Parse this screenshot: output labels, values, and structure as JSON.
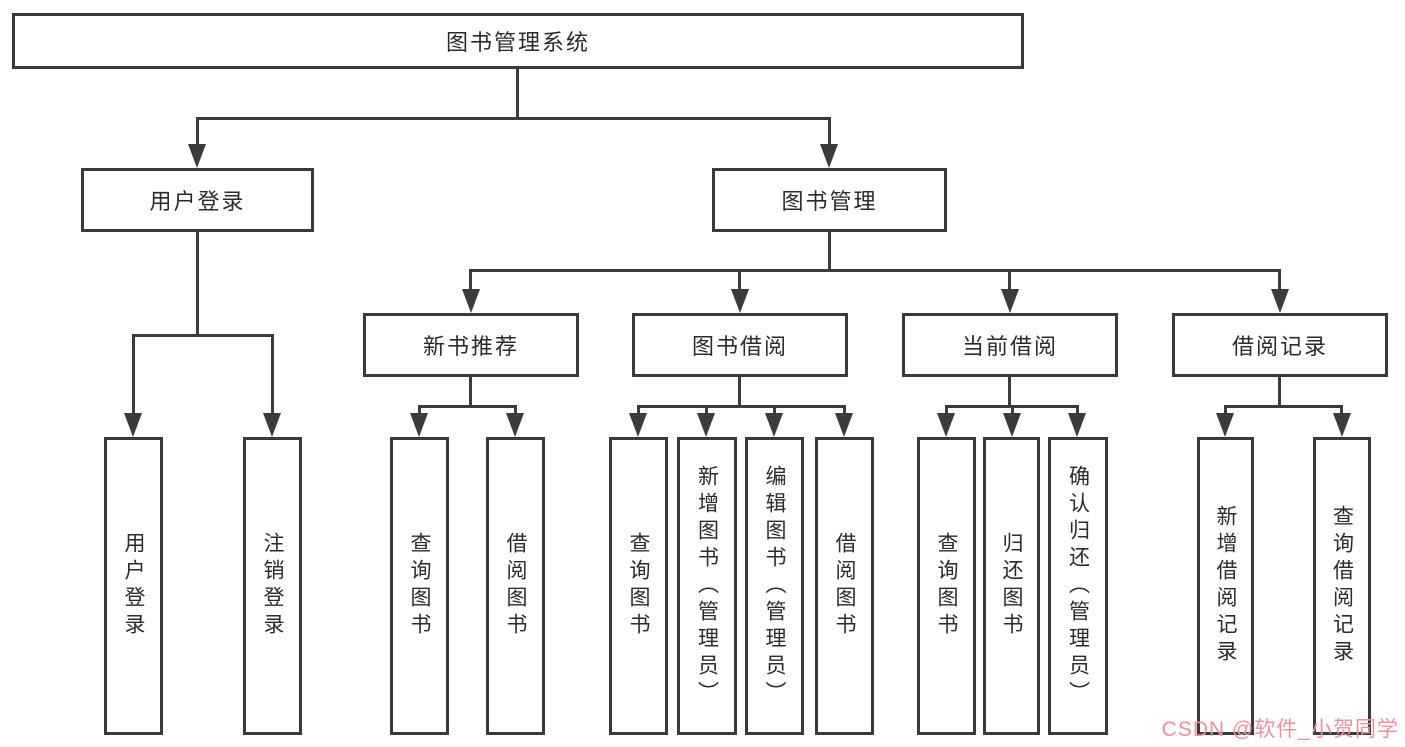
{
  "tree": {
    "label": "图书管理系统",
    "children": [
      {
        "label": "用户登录",
        "children": [
          {
            "label": "用户登录"
          },
          {
            "label": "注销登录"
          }
        ]
      },
      {
        "label": "图书管理",
        "children": [
          {
            "label": "新书推荐",
            "children": [
              {
                "label": "查询图书"
              },
              {
                "label": "借阅图书"
              }
            ]
          },
          {
            "label": "图书借阅",
            "children": [
              {
                "label": "查询图书"
              },
              {
                "label": "新增图书（管理员）"
              },
              {
                "label": "编辑图书（管理员）"
              },
              {
                "label": "借阅图书"
              }
            ]
          },
          {
            "label": "当前借阅",
            "children": [
              {
                "label": "查询图书"
              },
              {
                "label": "归还图书"
              },
              {
                "label": "确认归还（管理员）"
              }
            ]
          },
          {
            "label": "借阅记录",
            "children": [
              {
                "label": "新增借阅记录"
              },
              {
                "label": "查询借阅记录"
              }
            ]
          }
        ]
      }
    ]
  },
  "watermark": {
    "text": "CSDN @软件_小贺同学",
    "color": "#f0909f"
  },
  "colors": {
    "line": "#3b3b3b",
    "border": "#3a3a3a",
    "text": "#2b2b2b",
    "background": "#ffffff"
  }
}
